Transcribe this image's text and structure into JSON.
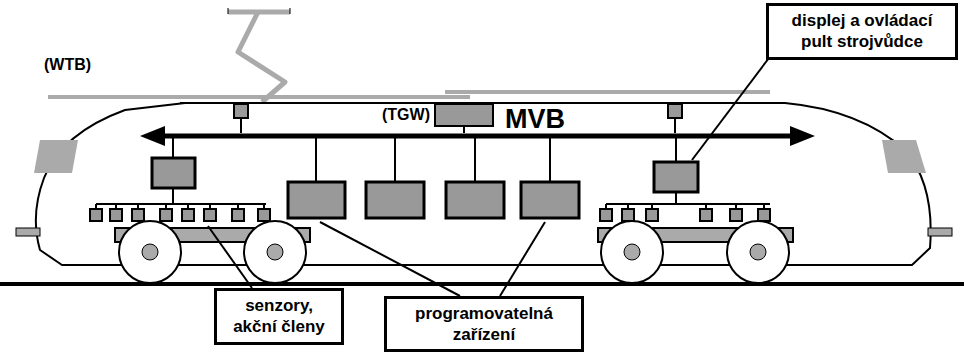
{
  "diagram": {
    "nodes": [
      {
        "text": [
          "(TGW)"
        ]
      },
      {
        "text": [
          "displej a ovládací pult strojvůdce"
        ]
      },
      {
        "text": [
          "senzory, akční členy"
        ]
      },
      {
        "text": [
          "programovatelná zařízení"
        ]
      }
    ],
    "labels": [
      "(WTB)",
      "MVB"
    ]
  }
}
